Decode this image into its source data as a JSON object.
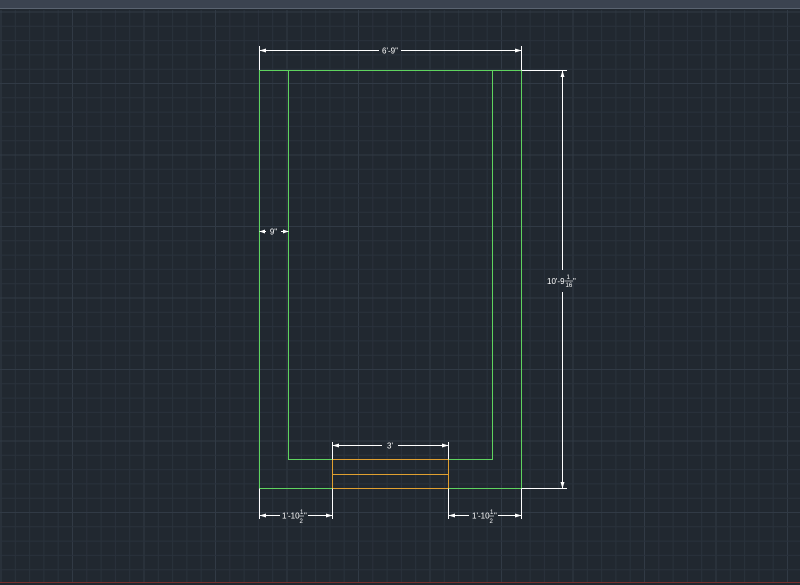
{
  "drawing": {
    "colors": {
      "background": "#212830",
      "grid_minor": "#2a323c",
      "grid_major": "#313a45",
      "wall": "#5fd35f",
      "door": "#e0a030",
      "dimension": "#ffffff"
    },
    "dimensions": {
      "overall_width": "6'-9\"",
      "overall_height_main": "10'-9",
      "overall_height_frac_num": "1",
      "overall_height_frac_den": "16",
      "overall_height_suffix": "\"",
      "wall_thickness": "9\"",
      "door_width": "3'",
      "bottom_left_main": "1'-10",
      "bottom_left_frac_num": "1",
      "bottom_left_frac_den": "2",
      "bottom_left_suffix": "\"",
      "bottom_right_main": "1'-10",
      "bottom_right_frac_num": "1",
      "bottom_right_frac_den": "2",
      "bottom_right_suffix": "\""
    }
  }
}
